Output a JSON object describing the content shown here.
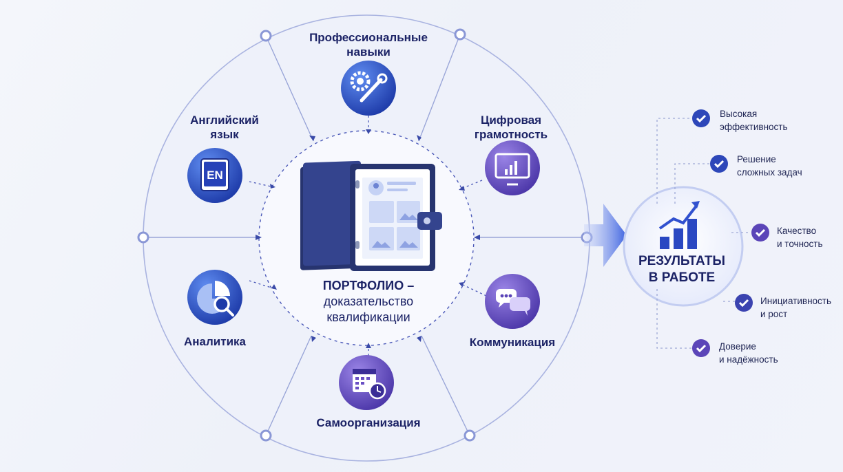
{
  "center": {
    "title": "ПОРТФОЛИО –",
    "subtitle": "доказательство квалификации"
  },
  "skills": [
    {
      "label": "Профессиональные навыки",
      "icon": "gear-wrench-icon"
    },
    {
      "label": "Цифровая грамотность",
      "icon": "monitor-chart-icon"
    },
    {
      "label": "Коммуникация",
      "icon": "chat-bubbles-icon"
    },
    {
      "label": "Самоорганизация",
      "icon": "calendar-clock-icon"
    },
    {
      "label": "Аналитика",
      "icon": "pie-magnifier-icon"
    },
    {
      "label": "Английский язык",
      "icon": "en-book-icon"
    }
  ],
  "result": {
    "title": "РЕЗУЛЬТАТЫ В РАБОТЕ",
    "icon": "growth-chart-icon"
  },
  "outcomes": [
    {
      "label": "Высокая эффективность"
    },
    {
      "label": "Решение сложных задач"
    },
    {
      "label": "Качество и точность"
    },
    {
      "label": "Инициативность и рост"
    },
    {
      "label": "Доверие и надёжность"
    }
  ],
  "colors": {
    "navy": "#1c2366",
    "blue": "#2e4fc8",
    "purple": "#6a4fc4",
    "ring": "#b9c1e6"
  }
}
